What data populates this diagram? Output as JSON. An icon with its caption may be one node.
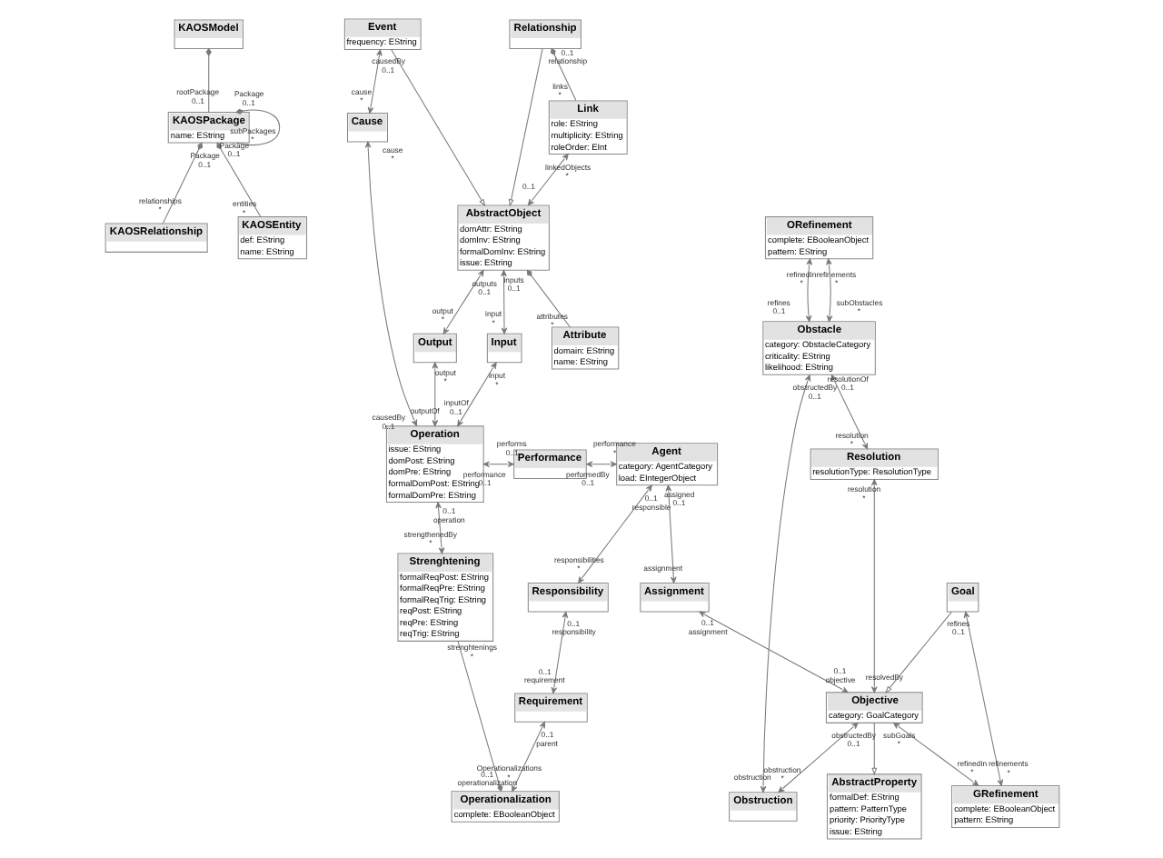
{
  "diagram": {
    "nodes": [
      {
        "text": [
          "KAOSModel"
        ]
      },
      {
        "text": [
          "KAOSPackage",
          "name: EString"
        ]
      },
      {
        "text": [
          "KAOSRelationship"
        ]
      },
      {
        "text": [
          "KAOSEntity",
          "def: EString",
          "name: EString"
        ]
      },
      {
        "text": [
          "Attribute",
          "domain: EString",
          "name: EString"
        ]
      },
      {
        "text": [
          "AbstractObject",
          "domAttr: EString",
          "domInv: EString",
          "formalDomInv: EString",
          "issue: EString"
        ]
      },
      {
        "text": [
          "Link",
          "role: EString",
          "multiplicity: EString",
          "roleOrder: EInt"
        ]
      },
      {
        "text": [
          "Relationship"
        ]
      },
      {
        "text": [
          "Event",
          "frequency: EString"
        ]
      },
      {
        "text": [
          "Input"
        ]
      },
      {
        "text": [
          "Output"
        ]
      },
      {
        "text": [
          "Cause"
        ]
      },
      {
        "text": [
          "Operation",
          "issue: EString",
          "domPost: EString",
          "domPre: EString",
          "formalDomPost: EString",
          "formalDomPre: EString"
        ]
      },
      {
        "text": [
          "Performance"
        ]
      },
      {
        "text": [
          "Agent",
          "category: AgentCategory",
          "load: EIntegerObject"
        ]
      },
      {
        "text": [
          "Strenghtening",
          "formalReqPost: EString",
          "formalReqPre: EString",
          "formalReqTrig: EString",
          "reqPost: EString",
          "reqPre: EString",
          "reqTrig: EString"
        ]
      },
      {
        "text": [
          "Responsibility"
        ]
      },
      {
        "text": [
          "Requirement"
        ]
      },
      {
        "text": [
          "AbstractProperty",
          "formalDef: EString",
          "pattern: PatternType",
          "priority: PriorityType",
          "issue: EString"
        ]
      },
      {
        "text": [
          "Assignment"
        ]
      },
      {
        "text": [
          "Operationalization",
          "complete: EBooleanObject"
        ]
      },
      {
        "text": [
          "ORefinement",
          "complete: EBooleanObject",
          "pattern: EString"
        ]
      },
      {
        "text": [
          "Obstacle",
          "category: ObstacleCategory",
          "criticality: EString",
          "likelihood: EString"
        ]
      },
      {
        "text": [
          "Resolution",
          "resolutionType: ResolutionType"
        ]
      },
      {
        "text": [
          "Objective",
          "category: GoalCategory"
        ]
      },
      {
        "text": [
          "Obstruction"
        ]
      },
      {
        "text": [
          "Goal"
        ]
      },
      {
        "text": [
          "GRefinement",
          "complete: EBooleanObject",
          "pattern: EString"
        ]
      }
    ],
    "edges": [
      {
        "from": 0,
        "to": 1,
        "arrow": "other"
      },
      {
        "from": 1,
        "to": 1,
        "arrow": "other"
      },
      {
        "from": 1,
        "to": 2,
        "arrow": "other"
      },
      {
        "from": 1,
        "to": 3,
        "arrow": "other"
      },
      {
        "from": 5,
        "to": 4,
        "arrow": "other"
      },
      {
        "from": 5,
        "to": 9,
        "arrow": "both"
      },
      {
        "from": 5,
        "to": 10,
        "arrow": "both"
      },
      {
        "from": 6,
        "to": 5,
        "arrow": "both"
      },
      {
        "from": 7,
        "to": 6,
        "arrow": "other"
      },
      {
        "from": 7,
        "to": 5,
        "arrow": "to"
      },
      {
        "from": 8,
        "to": 5,
        "arrow": "to"
      },
      {
        "from": 8,
        "to": 11,
        "arrow": "both"
      },
      {
        "from": 9,
        "to": 12,
        "arrow": "both"
      },
      {
        "from": 10,
        "to": 12,
        "arrow": "both"
      },
      {
        "from": 11,
        "to": 12,
        "arrow": "both"
      },
      {
        "from": 12,
        "to": 13,
        "arrow": "both"
      },
      {
        "from": 13,
        "to": 14,
        "arrow": "both"
      },
      {
        "from": 12,
        "to": 15,
        "arrow": "both"
      },
      {
        "from": 20,
        "to": 15,
        "arrow": "other"
      },
      {
        "from": 14,
        "to": 16,
        "arrow": "both"
      },
      {
        "from": 14,
        "to": 19,
        "arrow": "both"
      },
      {
        "from": 16,
        "to": 17,
        "arrow": "both"
      },
      {
        "from": 17,
        "to": 20,
        "arrow": "both"
      },
      {
        "from": 19,
        "to": 24,
        "arrow": "both"
      },
      {
        "from": 24,
        "to": 18,
        "arrow": "to"
      },
      {
        "from": 26,
        "to": 24,
        "arrow": "to"
      },
      {
        "from": 24,
        "to": 27,
        "arrow": "both"
      },
      {
        "from": 26,
        "to": 27,
        "arrow": "both"
      },
      {
        "from": 23,
        "to": 24,
        "arrow": "both"
      },
      {
        "from": 24,
        "to": 25,
        "arrow": "both"
      },
      {
        "from": 22,
        "to": 25,
        "arrow": "both"
      },
      {
        "from": 22,
        "to": 23,
        "arrow": "both"
      },
      {
        "from": 21,
        "to": 22,
        "arrow": "both"
      },
      {
        "from": 21,
        "to": 22,
        "arrow": "both"
      }
    ],
    "labels": [
      "rootPackage",
      "0..1",
      "Package",
      "0..1",
      "subPackages",
      "*",
      "Package",
      "0..1",
      "relationships",
      "*",
      "Package",
      "0..1",
      "entities",
      "*",
      "attributes",
      "*",
      "inputs",
      "0..1",
      "input",
      "*",
      "outputs",
      "0..1",
      "output",
      "*",
      "linkedObjects",
      "*",
      "0..1",
      "0..1",
      "relationship",
      "links",
      "*",
      "causedBy",
      "0..1",
      "cause",
      "*",
      "input",
      "*",
      "inputOf",
      "0..1",
      "output",
      "*",
      "outputOf",
      "cause",
      "*",
      "causedBy",
      "0..1",
      "performs",
      "0..1",
      "performance",
      "0..1",
      "performance",
      "*",
      "performedBy",
      "0..1",
      "0..1",
      "operation",
      "strengthenedBy",
      "*",
      "0..1",
      "operationalization",
      "strenghtenings",
      "*",
      "0..1",
      "responsible",
      "responsibilities",
      "*",
      "assigned",
      "0..1",
      "assignment",
      "0..1",
      "responsibility",
      "0..1",
      "requirement",
      "0..1",
      "parent",
      "Operationalizations",
      "*",
      "0..1",
      "assignment",
      "0..1",
      "objective",
      "subGoals",
      "*",
      "refinedIn",
      "*",
      "refines",
      "0..1",
      "refinements",
      "*",
      "resolution",
      "*",
      "resolvedBy",
      "obstructedBy",
      "0..1",
      "obstruction",
      "*",
      "obstructedBy",
      "0..1",
      "obstruction",
      "resolutionOf",
      "0..1",
      "resolution",
      "*",
      "refinements",
      "*",
      "refines",
      "0..1",
      "refinedIn",
      "*",
      "subObstacles",
      "*"
    ]
  }
}
